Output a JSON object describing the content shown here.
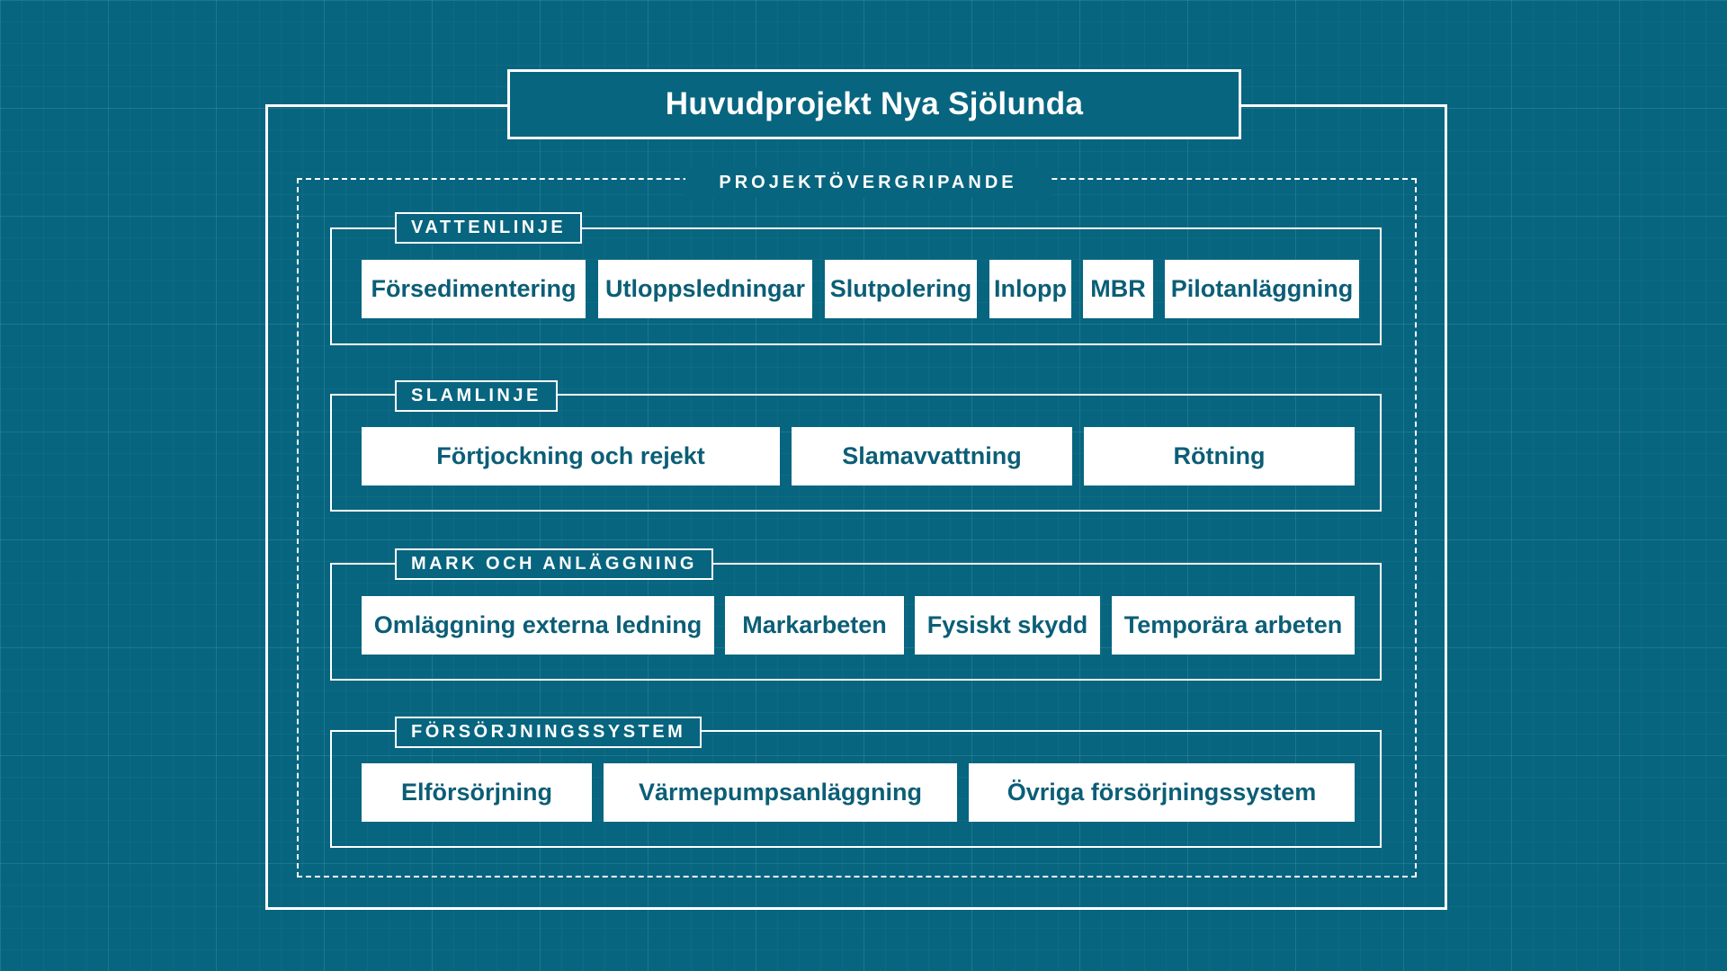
{
  "title": "Huvudprojekt Nya Sjölunda",
  "overarching_label": "PROJEKTÖVERGRIPANDE",
  "colors": {
    "background": "#07657f",
    "line": "#ffffff",
    "chip_background": "#ffffff",
    "chip_text": "#0b5e76"
  },
  "groups": [
    {
      "label": "VATTENLINJE",
      "items": [
        "Försedimentering",
        "Utloppsledningar",
        "Slutpolering",
        "Inlopp",
        "MBR",
        "Pilotanläggning"
      ]
    },
    {
      "label": "SLAMLINJE",
      "items": [
        "Förtjockning och rejekt",
        "Slamavvattning",
        "Rötning"
      ]
    },
    {
      "label": "MARK OCH ANLÄGGNING",
      "items": [
        "Omläggning externa ledning",
        "Markarbeten",
        "Fysiskt skydd",
        "Temporära arbeten"
      ]
    },
    {
      "label": "FÖRSÖRJNINGSSYSTEM",
      "items": [
        "Elförsörjning",
        "Värmepumpsanläggning",
        "Övriga försörjningssystem"
      ]
    }
  ]
}
